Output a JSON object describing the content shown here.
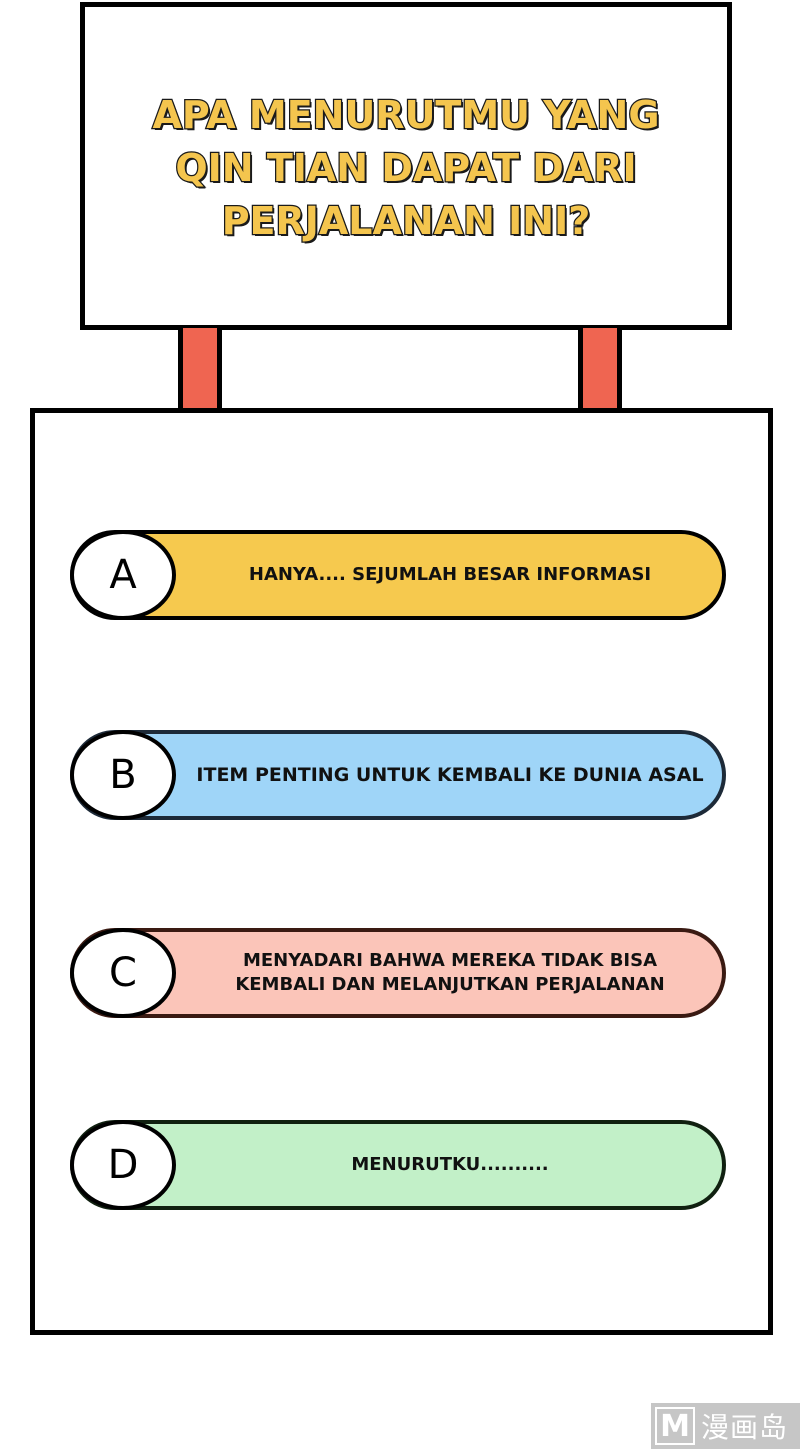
{
  "question": {
    "lines": [
      "APA MENURUTMU YANG",
      "QIN TIAN DAPAT DARI",
      "PERJALANAN INI?"
    ],
    "color": "#f4c54e"
  },
  "posts": {
    "color": "#ef6551"
  },
  "options": [
    {
      "letter": "A",
      "text": "HANYA.... SEJUMLAH BESAR INFORMASI",
      "color": "#f6c94e"
    },
    {
      "letter": "B",
      "text": "ITEM PENTING UNTUK KEMBALI KE DUNIA ASAL",
      "color": "#9fd5f8"
    },
    {
      "letter": "C",
      "text_lines": [
        "MENYADARI BAHWA MEREKA TIDAK BISA",
        "KEMBALI DAN MELANJUTKAN PERJALANAN"
      ],
      "color": "#fbc5b9"
    },
    {
      "letter": "D",
      "text": "MENURUTKU..........",
      "color": "#c2f0c8"
    }
  ],
  "watermark": {
    "logo": "M",
    "text": "漫画岛"
  }
}
